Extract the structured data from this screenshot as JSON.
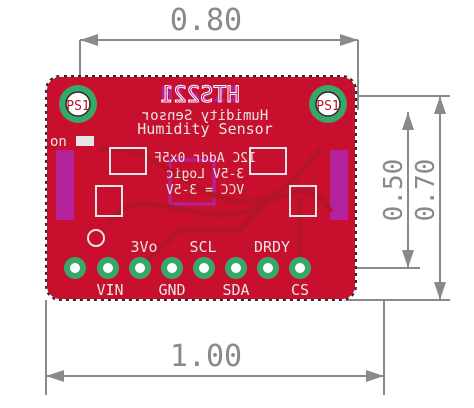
{
  "dimensions": {
    "top_width": "0.80",
    "bottom_width": "1.00",
    "right_inner_height": "0.50",
    "right_outer_height": "0.70"
  },
  "board": {
    "title": "HTS221",
    "mirrored_title": "HTS221",
    "subtitle": "Humidity Sensor",
    "mirrored_subtitle": "Humidity Sensor",
    "mirrored_lines": [
      "I2C Addr 0x5F",
      "3-5V Logic",
      "VCC = 3-5V"
    ],
    "hole_left": "PS1",
    "hole_right": "PS1",
    "on_label": "on",
    "pins_top": [
      "3Vo",
      "SCL",
      "DRDY"
    ],
    "pins_bottom": [
      "VIN",
      "GND",
      "SDA",
      "CS"
    ]
  },
  "colors": {
    "background": "#ffffff",
    "dimension_lines": "#8a8a8a",
    "board_red": "#c8102e",
    "trace_red": "#b31527",
    "silk": "#e6e6e6",
    "magenta": "#b3229a",
    "pad_green": "#36a86a",
    "board_outline": "#2b2b2b"
  }
}
